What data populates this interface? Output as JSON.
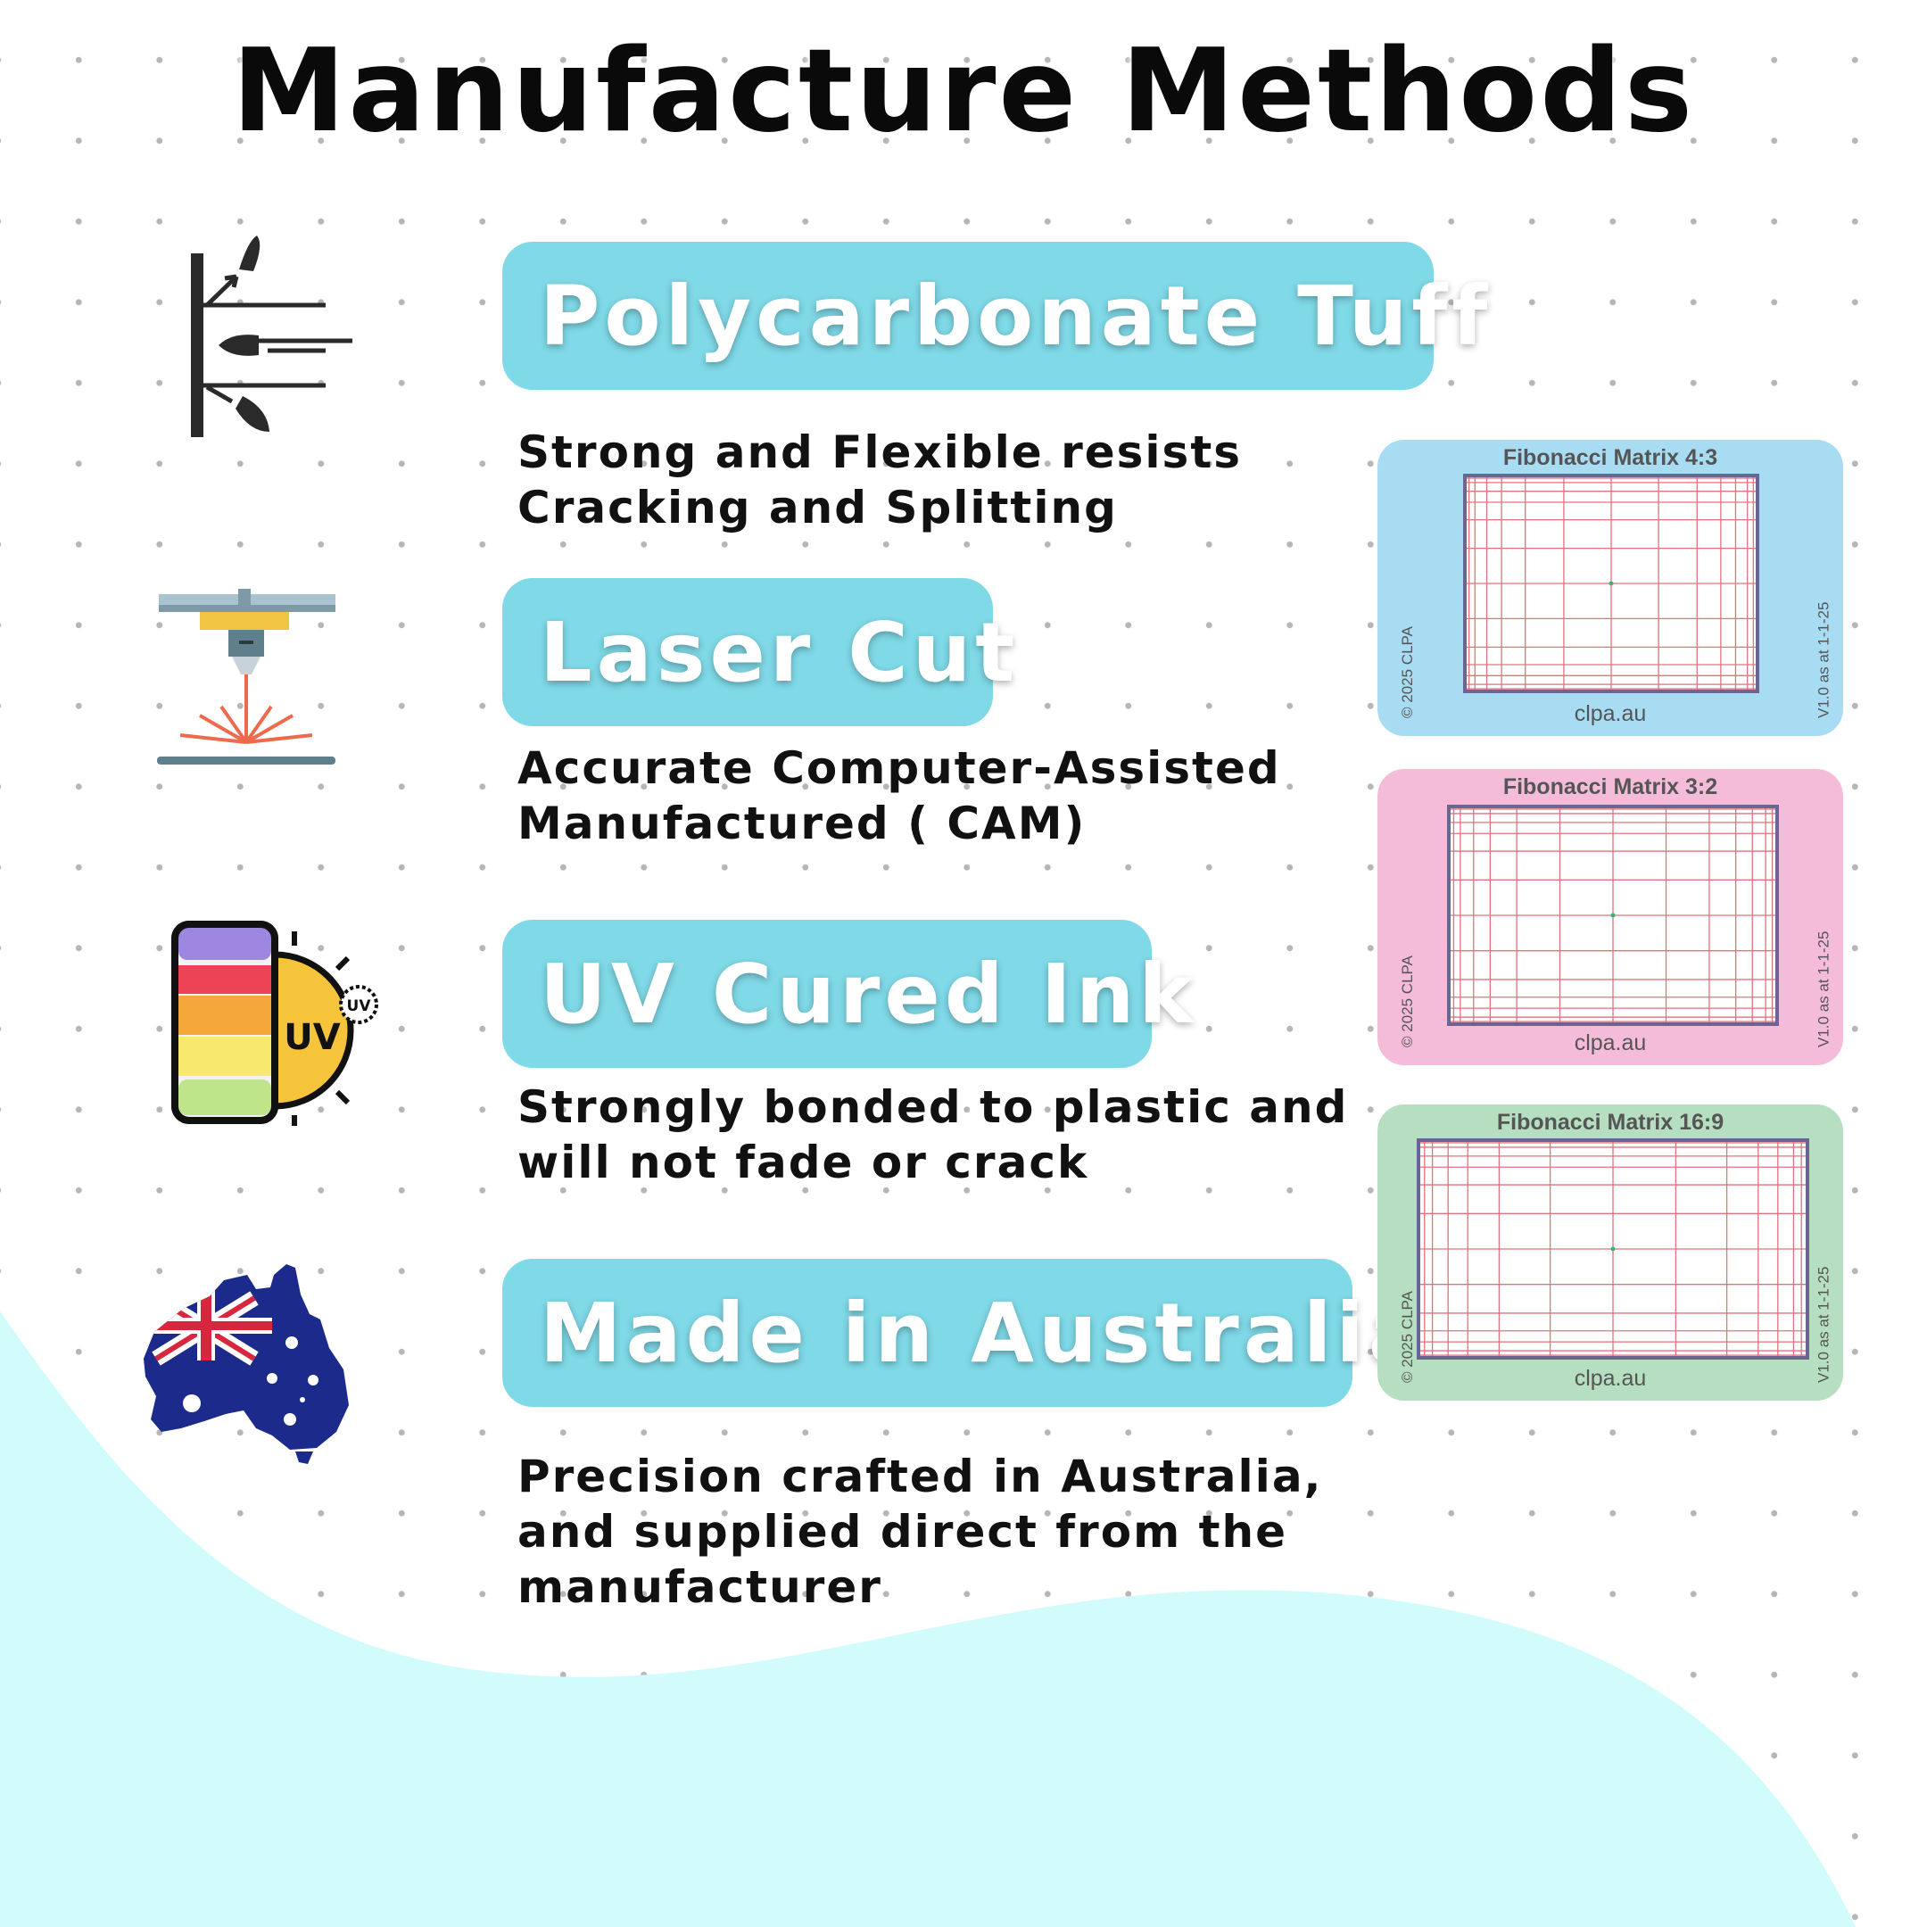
{
  "title": "Manufacture Methods",
  "methods": [
    {
      "heading": "Polycarbonate Tuff",
      "desc_lines": [
        "Strong and Flexible resists",
        "Cracking and Splitting"
      ],
      "icon": "impact-resistant-icon"
    },
    {
      "heading": "Laser Cut",
      "desc_lines": [
        "Accurate Computer-Assisted",
        "Manufactured ( CAM)"
      ],
      "icon": "laser-cutter-icon"
    },
    {
      "heading": "UV Cured Ink",
      "desc_lines": [
        "Strongly bonded to plastic and",
        "will not fade or crack"
      ],
      "icon": "uv-ink-icon",
      "icon_text": "UV"
    },
    {
      "heading": "Made in Australia",
      "desc_lines": [
        "Precision crafted in Australia,",
        "and supplied direct from the",
        "manufacturer"
      ],
      "icon": "australia-flag-map-icon"
    }
  ],
  "cards": [
    {
      "title": "Fibonacci Matrix 4:3",
      "url": "clpa.au",
      "copyright": "© 2025 CLPA",
      "version": "V1.0 as at 1-1-25",
      "background": "#a8dcf3"
    },
    {
      "title": "Fibonacci Matrix 3:2",
      "url": "clpa.au",
      "copyright": "© 2025 CLPA",
      "version": "V1.0 as at 1-1-25",
      "background": "#f5bcd9"
    },
    {
      "title": "Fibonacci Matrix 16:9",
      "url": "clpa.au",
      "copyright": "© 2025 CLPA",
      "version": "V1.0 as at 1-1-25",
      "background": "#b5dfc0"
    }
  ],
  "colors": {
    "pill": "#7fd9e7",
    "wave": "#d2fbfb",
    "grid_line": "#e0737b",
    "grid_border": "#6b6596",
    "grid_center": "#3cb371"
  }
}
